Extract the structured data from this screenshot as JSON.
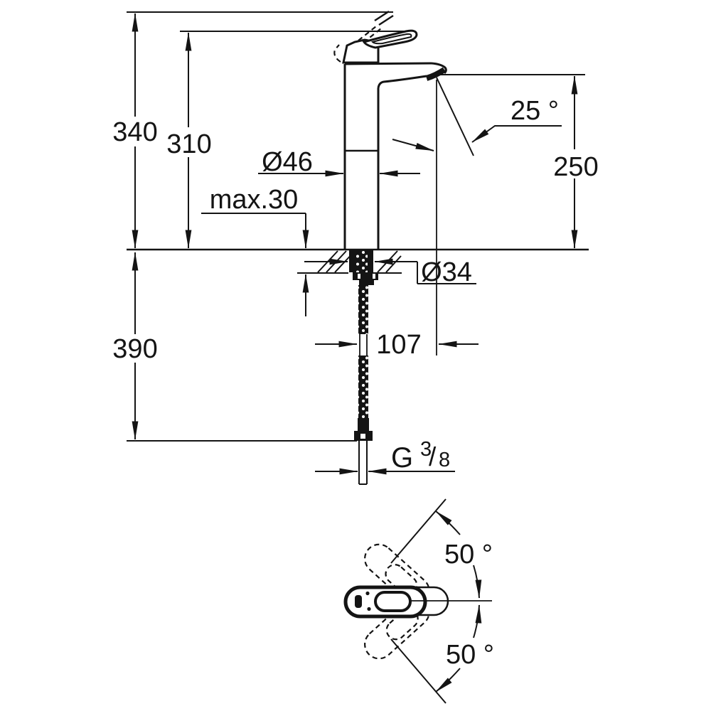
{
  "title": "faucet-dimensional-drawing",
  "colors": {
    "line": "#141414",
    "background": "#ffffff"
  },
  "front_view": {
    "labels": {
      "overall_height": "340",
      "lever_height": "310",
      "body_diameter": "Ø46",
      "max_mounting_thickness": "max.30",
      "spout_angle": "25 °",
      "outlet_height": "250",
      "mounting_hole_diameter": "Ø34",
      "length_below_deck": "390",
      "spout_projection": "107",
      "thread": {
        "g": "G",
        "numerator": "3",
        "slash": "/",
        "denominator": "8"
      }
    }
  },
  "top_view": {
    "labels": {
      "swivel_up": "50 °",
      "swivel_down": "50 °"
    }
  }
}
